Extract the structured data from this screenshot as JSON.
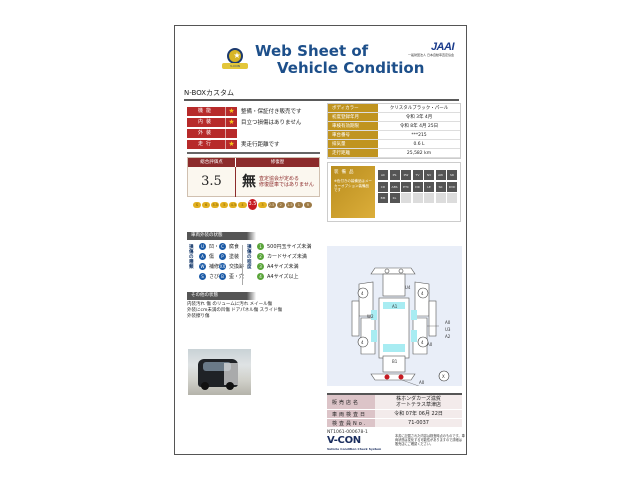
{
  "header": {
    "emblem_label": "V-CON",
    "title_line1": "Web Sheet of",
    "title_line2": "Vehicle Condition",
    "org_logo": "JAAI",
    "org_subtitle": "一般財団法人 日本自動車査定協会"
  },
  "vehicle": {
    "model": "N-BOXカスタム"
  },
  "evaluation": [
    {
      "label": "機能",
      "star": "★",
      "text": "整備・保証付き販売です"
    },
    {
      "label": "内装",
      "star": "★",
      "text": "目立つ損傷はありません"
    },
    {
      "label": "外装",
      "star": "",
      "text": ""
    },
    {
      "label": "走行",
      "star": "★",
      "text": "実走行距離です"
    }
  ],
  "specs": [
    {
      "label": "ボディカラー",
      "value": "クリスタルブラック・パール"
    },
    {
      "label": "初度登録年月",
      "value": "令和 3年 4月"
    },
    {
      "label": "車検有効期限",
      "value": "令和 8年 4月 25日"
    },
    {
      "label": "車台番号",
      "value": "***215"
    },
    {
      "label": "排気量",
      "value": "0.6 L"
    },
    {
      "label": "走行距離",
      "value": "25,582 km"
    }
  ],
  "score": {
    "total_label": "総合評価点",
    "repair_label": "修復歴",
    "total_value": "3.5",
    "repair_kanji": "無",
    "repair_text_line1": "査定協会が定める",
    "repair_text_line2": "修復歴車ではありません"
  },
  "grade_scale": {
    "items": [
      "S",
      "6",
      "5.5",
      "5",
      "4.5",
      "4",
      "3.5",
      "3",
      "2.5",
      "2",
      "1.5",
      "1",
      "R"
    ],
    "active": "3.5"
  },
  "defects": {
    "title": "装備品",
    "note": "※色付きの装備品はメーカーオプション装備品です",
    "cells": [
      "AC",
      "PS",
      "PW",
      "TV",
      "NV",
      "AW",
      "SR",
      "CD",
      "ABS",
      "ETC",
      "DR",
      "LE",
      "SK",
      "DVD",
      "BM",
      "KL",
      "",
      "",
      "",
      "",
      ""
    ]
  },
  "legend": {
    "section_title": "車両外装の状態",
    "damage_label": "損傷の種類",
    "size_label": "損傷の程度",
    "damage_items": [
      {
        "code": "U",
        "label": "凹・曲"
      },
      {
        "code": "A",
        "label": "傷"
      },
      {
        "code": "W",
        "label": "補修跡"
      },
      {
        "code": "C",
        "label": "腐食"
      },
      {
        "code": "P",
        "label": "塗装"
      },
      {
        "code": "XX",
        "label": "交換跡"
      },
      {
        "code": "S",
        "label": "さび"
      },
      {
        "code": "B",
        "label": "歪・穴"
      }
    ],
    "size_items": [
      {
        "code": "1",
        "label": "500円玉サイズ未満"
      },
      {
        "code": "2",
        "label": "カードサイズ未満"
      },
      {
        "code": "3",
        "label": "A4サイズ未満"
      },
      {
        "code": "4",
        "label": "A4サイズ以上"
      }
    ]
  },
  "other": {
    "section_title": "その他の状態",
    "lines": [
      "内装汚れ 傷 のリュームに汚れ メイール傷",
      "外装にcm未満の凹傷 ドアパネル傷 スライド傷",
      "外装擦り傷"
    ]
  },
  "diagram": {
    "labels": [
      "U4",
      "A1",
      "W2",
      "B1",
      "A0",
      "U3",
      "A2",
      "A0",
      "A0",
      "X"
    ],
    "wheel_labels": [
      "4",
      "4",
      "4",
      "4"
    ]
  },
  "dealer": {
    "rows": [
      {
        "label": "販売店名",
        "value_lines": [
          "株ホンダカーズ滋賀",
          "オートテラス草津店"
        ]
      },
      {
        "label": "車両検査日",
        "value_lines": [
          "令和 07年 06月 22日"
        ]
      },
      {
        "label": "検査員No.",
        "value_lines": [
          "71-0037"
        ]
      }
    ]
  },
  "footer": {
    "code": "NT1061-000678-1",
    "brand": "V-CON",
    "brand_sub": "Vehicle Condition Check System",
    "note": "本書に記載された内容は検査時点のものです。車両状態は変化する可能性がありますので詳細は販売店にご確認ください。"
  }
}
